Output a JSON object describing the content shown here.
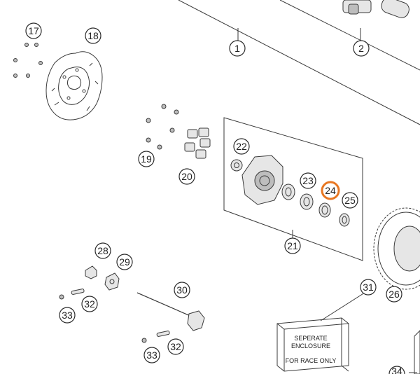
{
  "callouts": {
    "c1": "1",
    "c2": "2",
    "c17": "17",
    "c18": "18",
    "c19": "19",
    "c20": "20",
    "c21": "21",
    "c22": "22",
    "c23": "23",
    "c24": "24",
    "c25": "25",
    "c26": "26",
    "c28": "28",
    "c29": "29",
    "c30": "30",
    "c31": "31",
    "c32a": "32",
    "c32b": "32",
    "c33a": "33",
    "c33b": "33",
    "c34": "34"
  },
  "enclosure": {
    "line1": "SEPERATE",
    "line2": "ENCLOSURE",
    "line3": "FOR RACE ONLY"
  },
  "colors": {
    "highlight": "#e87722",
    "ink": "#2b2b2b"
  },
  "highlighted_part": "24"
}
